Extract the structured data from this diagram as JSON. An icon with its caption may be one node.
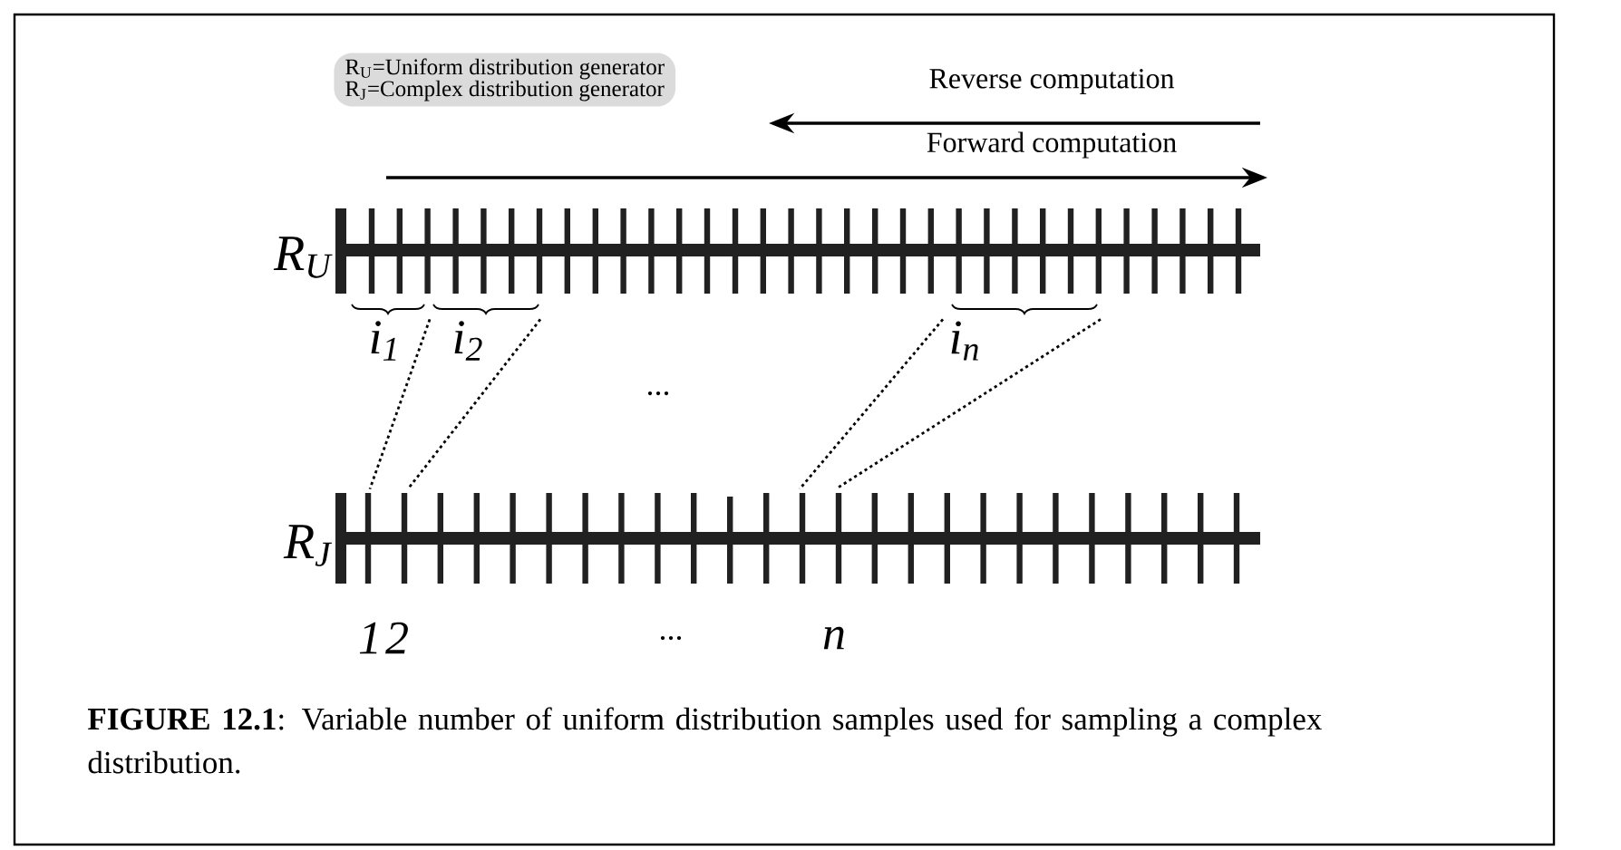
{
  "diagram": {
    "caption": "**FIGURE 12.1**: Variable number of uniform distribution samples used for sampling a complex distribution.",
    "nodes": [
      {
        "text": [
          "R$_{U}$=Uniform distribution generator",
          "R$_{J}$=Complex distribution generator"
        ]
      },
      {
        "text": [],
        "shape": "bar",
        "beside": [
          "R$_{U}$"
        ]
      },
      {
        "text": [],
        "shape": "bar",
        "beside": [
          "R$_{J}$"
        ]
      }
    ],
    "edges": [
      {
        "from": 1,
        "to": 2,
        "arrow": "none",
        "style": "dashed"
      },
      {
        "from": 1,
        "to": 2,
        "arrow": "none",
        "style": "dashed"
      },
      {
        "from": 1,
        "to": 2,
        "arrow": "none",
        "style": "dashed"
      },
      {
        "from": 1,
        "to": 2,
        "arrow": "none",
        "style": "dashed"
      }
    ],
    "labels": [
      "Reverse computation",
      "Forward computation",
      "i$_{1}$",
      "i$_{2}$",
      "...",
      "i$_{n}$",
      "1",
      "2",
      "...",
      "n"
    ]
  }
}
